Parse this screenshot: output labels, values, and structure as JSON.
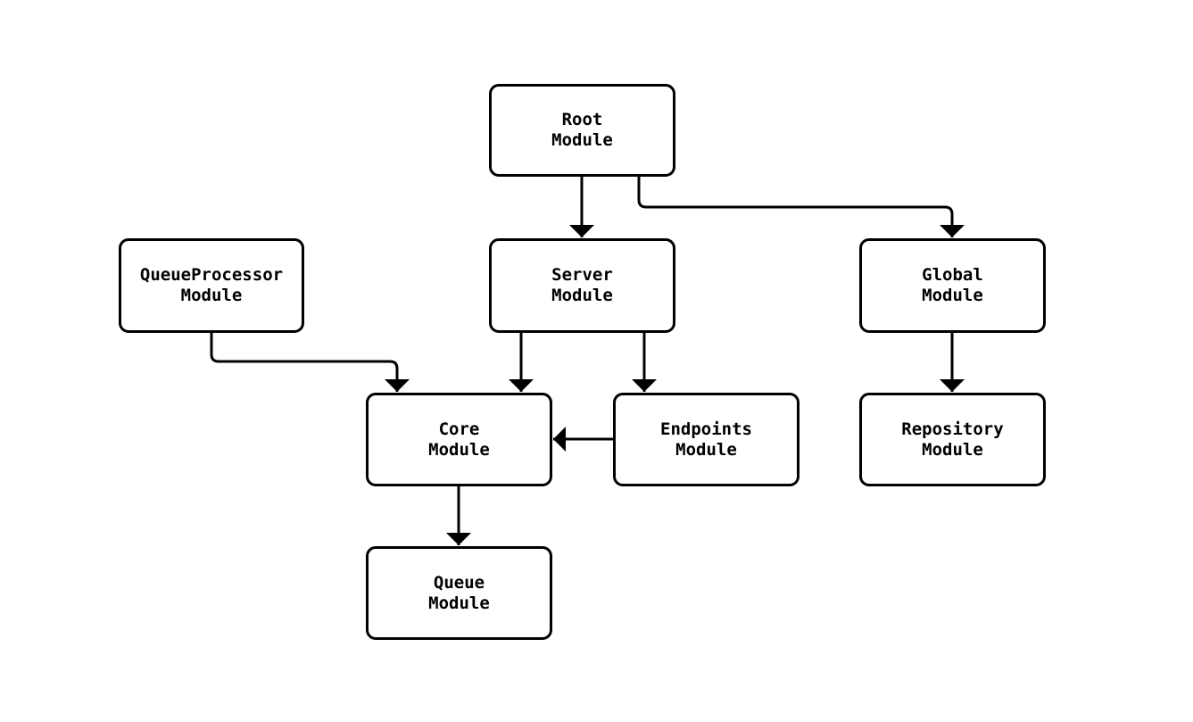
{
  "diagram": {
    "type": "flowchart",
    "direction": "top-down",
    "background_color": "#ffffff",
    "node_fill_color": "#ffffff",
    "node_stroke_color": "#000000",
    "edge_color": "#000000",
    "text_color": "#000000",
    "nodes": [
      {
        "id": "root",
        "line1": "Root",
        "line2": "Module"
      },
      {
        "id": "queueprocessor",
        "line1": "QueueProcessor",
        "line2": "Module"
      },
      {
        "id": "server",
        "line1": "Server",
        "line2": "Module"
      },
      {
        "id": "global",
        "line1": "Global",
        "line2": "Module"
      },
      {
        "id": "core",
        "line1": "Core",
        "line2": "Module"
      },
      {
        "id": "endpoints",
        "line1": "Endpoints",
        "line2": "Module"
      },
      {
        "id": "repository",
        "line1": "Repository",
        "line2": "Module"
      },
      {
        "id": "queue",
        "line1": "Queue",
        "line2": "Module"
      }
    ],
    "edges": [
      {
        "from": "Root Module",
        "to": "Server Module"
      },
      {
        "from": "Root Module",
        "to": "Global Module"
      },
      {
        "from": "QueueProcessor Module",
        "to": "Core Module"
      },
      {
        "from": "Server Module",
        "to": "Core Module"
      },
      {
        "from": "Server Module",
        "to": "Endpoints Module"
      },
      {
        "from": "Endpoints Module",
        "to": "Core Module"
      },
      {
        "from": "Core Module",
        "to": "Queue Module"
      },
      {
        "from": "Global Module",
        "to": "Repository Module"
      }
    ]
  }
}
